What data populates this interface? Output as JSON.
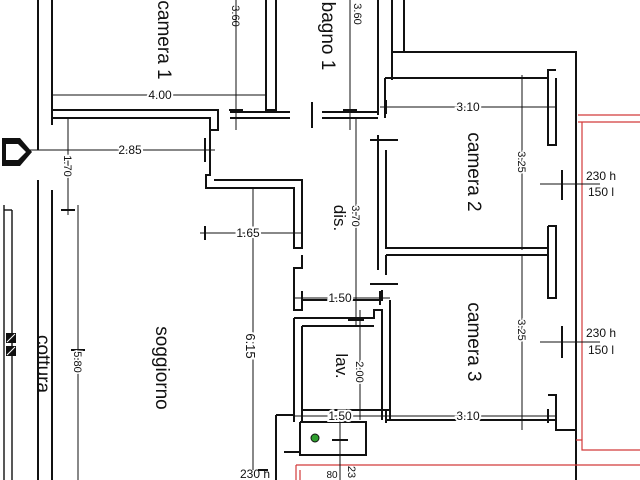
{
  "rooms": {
    "camera1": "camera 1",
    "bagno1": "bagno 1",
    "camera2": "camera 2",
    "camera3": "camera 3",
    "dis": "dis.",
    "lav": "lav.",
    "soggiorno": "soggiorno",
    "cottura": "cottura"
  },
  "dimensions": {
    "camera1_w": "4.00",
    "camera1_h": "3.60",
    "bagno_h": "3.60",
    "cam2_w": "3.10",
    "cam2_h": "3.25",
    "cam3_w": "3.10",
    "cam3_h": "3.25",
    "entry_w": "2.85",
    "entry_h": "1.70",
    "liv_w": "1.65",
    "liv_h": "6.15",
    "dis_h": "3.70",
    "lav_w_top": "1.50",
    "lav_w_bottom": "1.50",
    "lav_h": "2.00",
    "kitchen_h": "5.80",
    "bottom_small": "23",
    "bottom_small2": "80"
  },
  "windows": {
    "w1_h": "230 h",
    "w1_l": "150 l",
    "w2_h": "230 h",
    "w2_l": "150 l",
    "w3_h": "230 h"
  },
  "entrance_marker_color": "#111111",
  "window_outline_color": "#d23a3a",
  "dot_color": "#2e9e2e"
}
